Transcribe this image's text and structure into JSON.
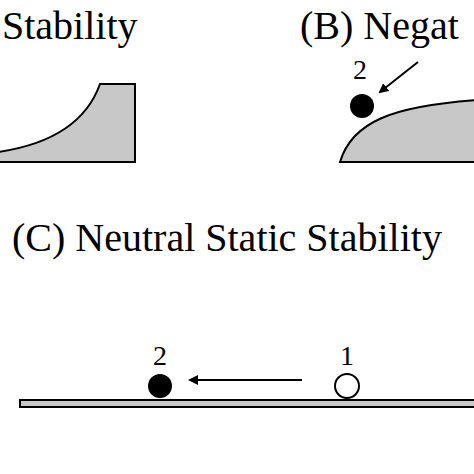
{
  "diagram": {
    "labels": [
      "Stability",
      "(B) Negat",
      "(C) Neutral Static Stability",
      "2",
      "2",
      "1"
    ]
  }
}
